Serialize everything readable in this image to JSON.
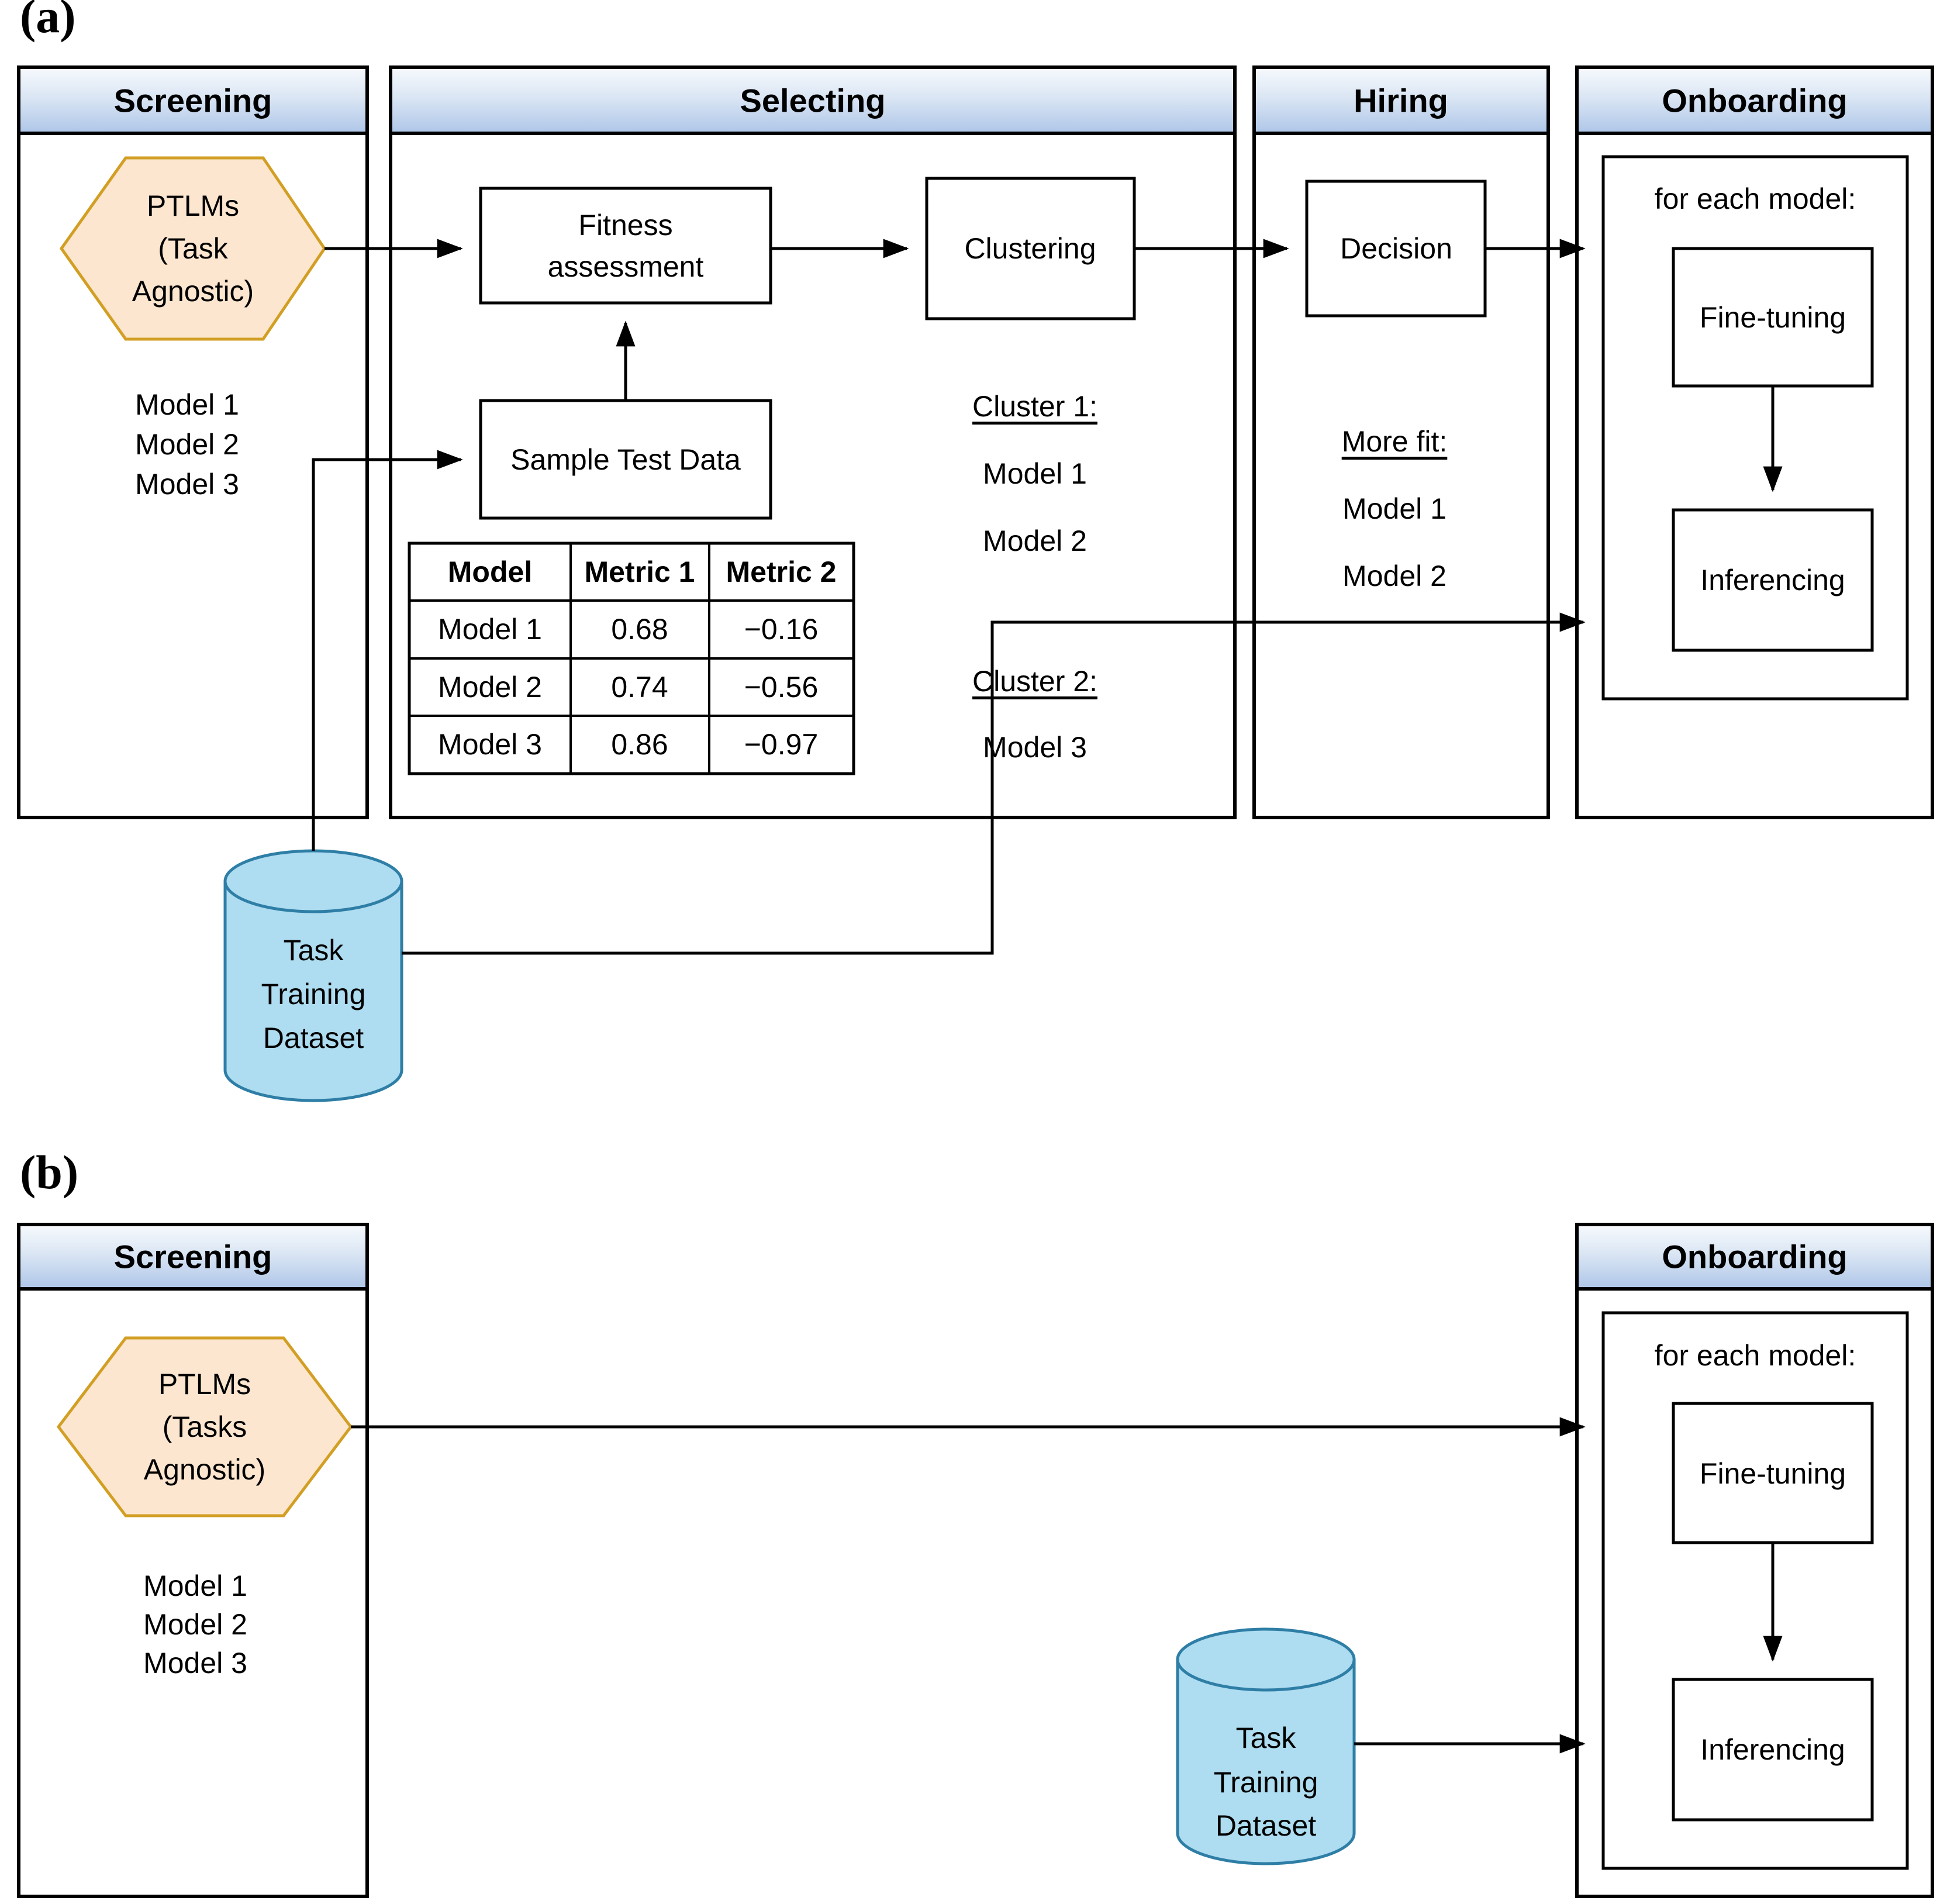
{
  "figure": {
    "part_a_label": "(a)",
    "part_b_label": "(b)"
  },
  "colors": {
    "header_gradient_top": "#f7fafd",
    "header_gradient_bottom": "#aec6e8",
    "hexagon_fill": "#fce6cf",
    "hexagon_stroke": "#d29f24",
    "cylinder_fill": "#aedcf0",
    "cylinder_stroke": "#2e7ea6",
    "line_color": "#000000"
  },
  "part_a": {
    "screening": {
      "title": "Screening",
      "hexagon_lines": [
        "PTLMs",
        "(Task",
        "Agnostic)"
      ],
      "models": [
        "Model 1",
        "Model 2",
        "Model 3"
      ]
    },
    "selecting": {
      "title": "Selecting",
      "fitness_lines": [
        "Fitness",
        "assessment"
      ],
      "clustering_label": "Clustering",
      "sample_test_data_label": "Sample Test Data",
      "table": {
        "headers": [
          "Model",
          "Metric 1",
          "Metric 2"
        ],
        "rows": [
          [
            "Model 1",
            "0.68",
            "−0.16"
          ],
          [
            "Model 2",
            "0.74",
            "−0.56"
          ],
          [
            "Model 3",
            "0.86",
            "−0.97"
          ]
        ]
      },
      "cluster1_heading": "Cluster 1:",
      "cluster1_models": [
        "Model 1",
        "Model 2"
      ],
      "cluster2_heading": "Cluster 2:",
      "cluster2_models": [
        "Model 3"
      ]
    },
    "hiring": {
      "title": "Hiring",
      "decision_label": "Decision",
      "more_fit_heading": "More fit:",
      "more_fit_models": [
        "Model 1",
        "Model 2"
      ]
    },
    "onboarding": {
      "title": "Onboarding",
      "loop_label": "for each model:",
      "fine_tuning_label": "Fine-tuning",
      "inferencing_label": "Inferencing"
    },
    "dataset_lines": [
      "Task",
      "Training",
      "Dataset"
    ]
  },
  "part_b": {
    "screening": {
      "title": "Screening",
      "hexagon_lines": [
        "PTLMs",
        "(Tasks",
        "Agnostic)"
      ],
      "models": [
        "Model 1",
        "Model 2",
        "Model 3"
      ]
    },
    "onboarding": {
      "title": "Onboarding",
      "loop_label": "for each model:",
      "fine_tuning_label": "Fine-tuning",
      "inferencing_label": "Inferencing"
    },
    "dataset_lines": [
      "Task",
      "Training",
      "Dataset"
    ]
  }
}
